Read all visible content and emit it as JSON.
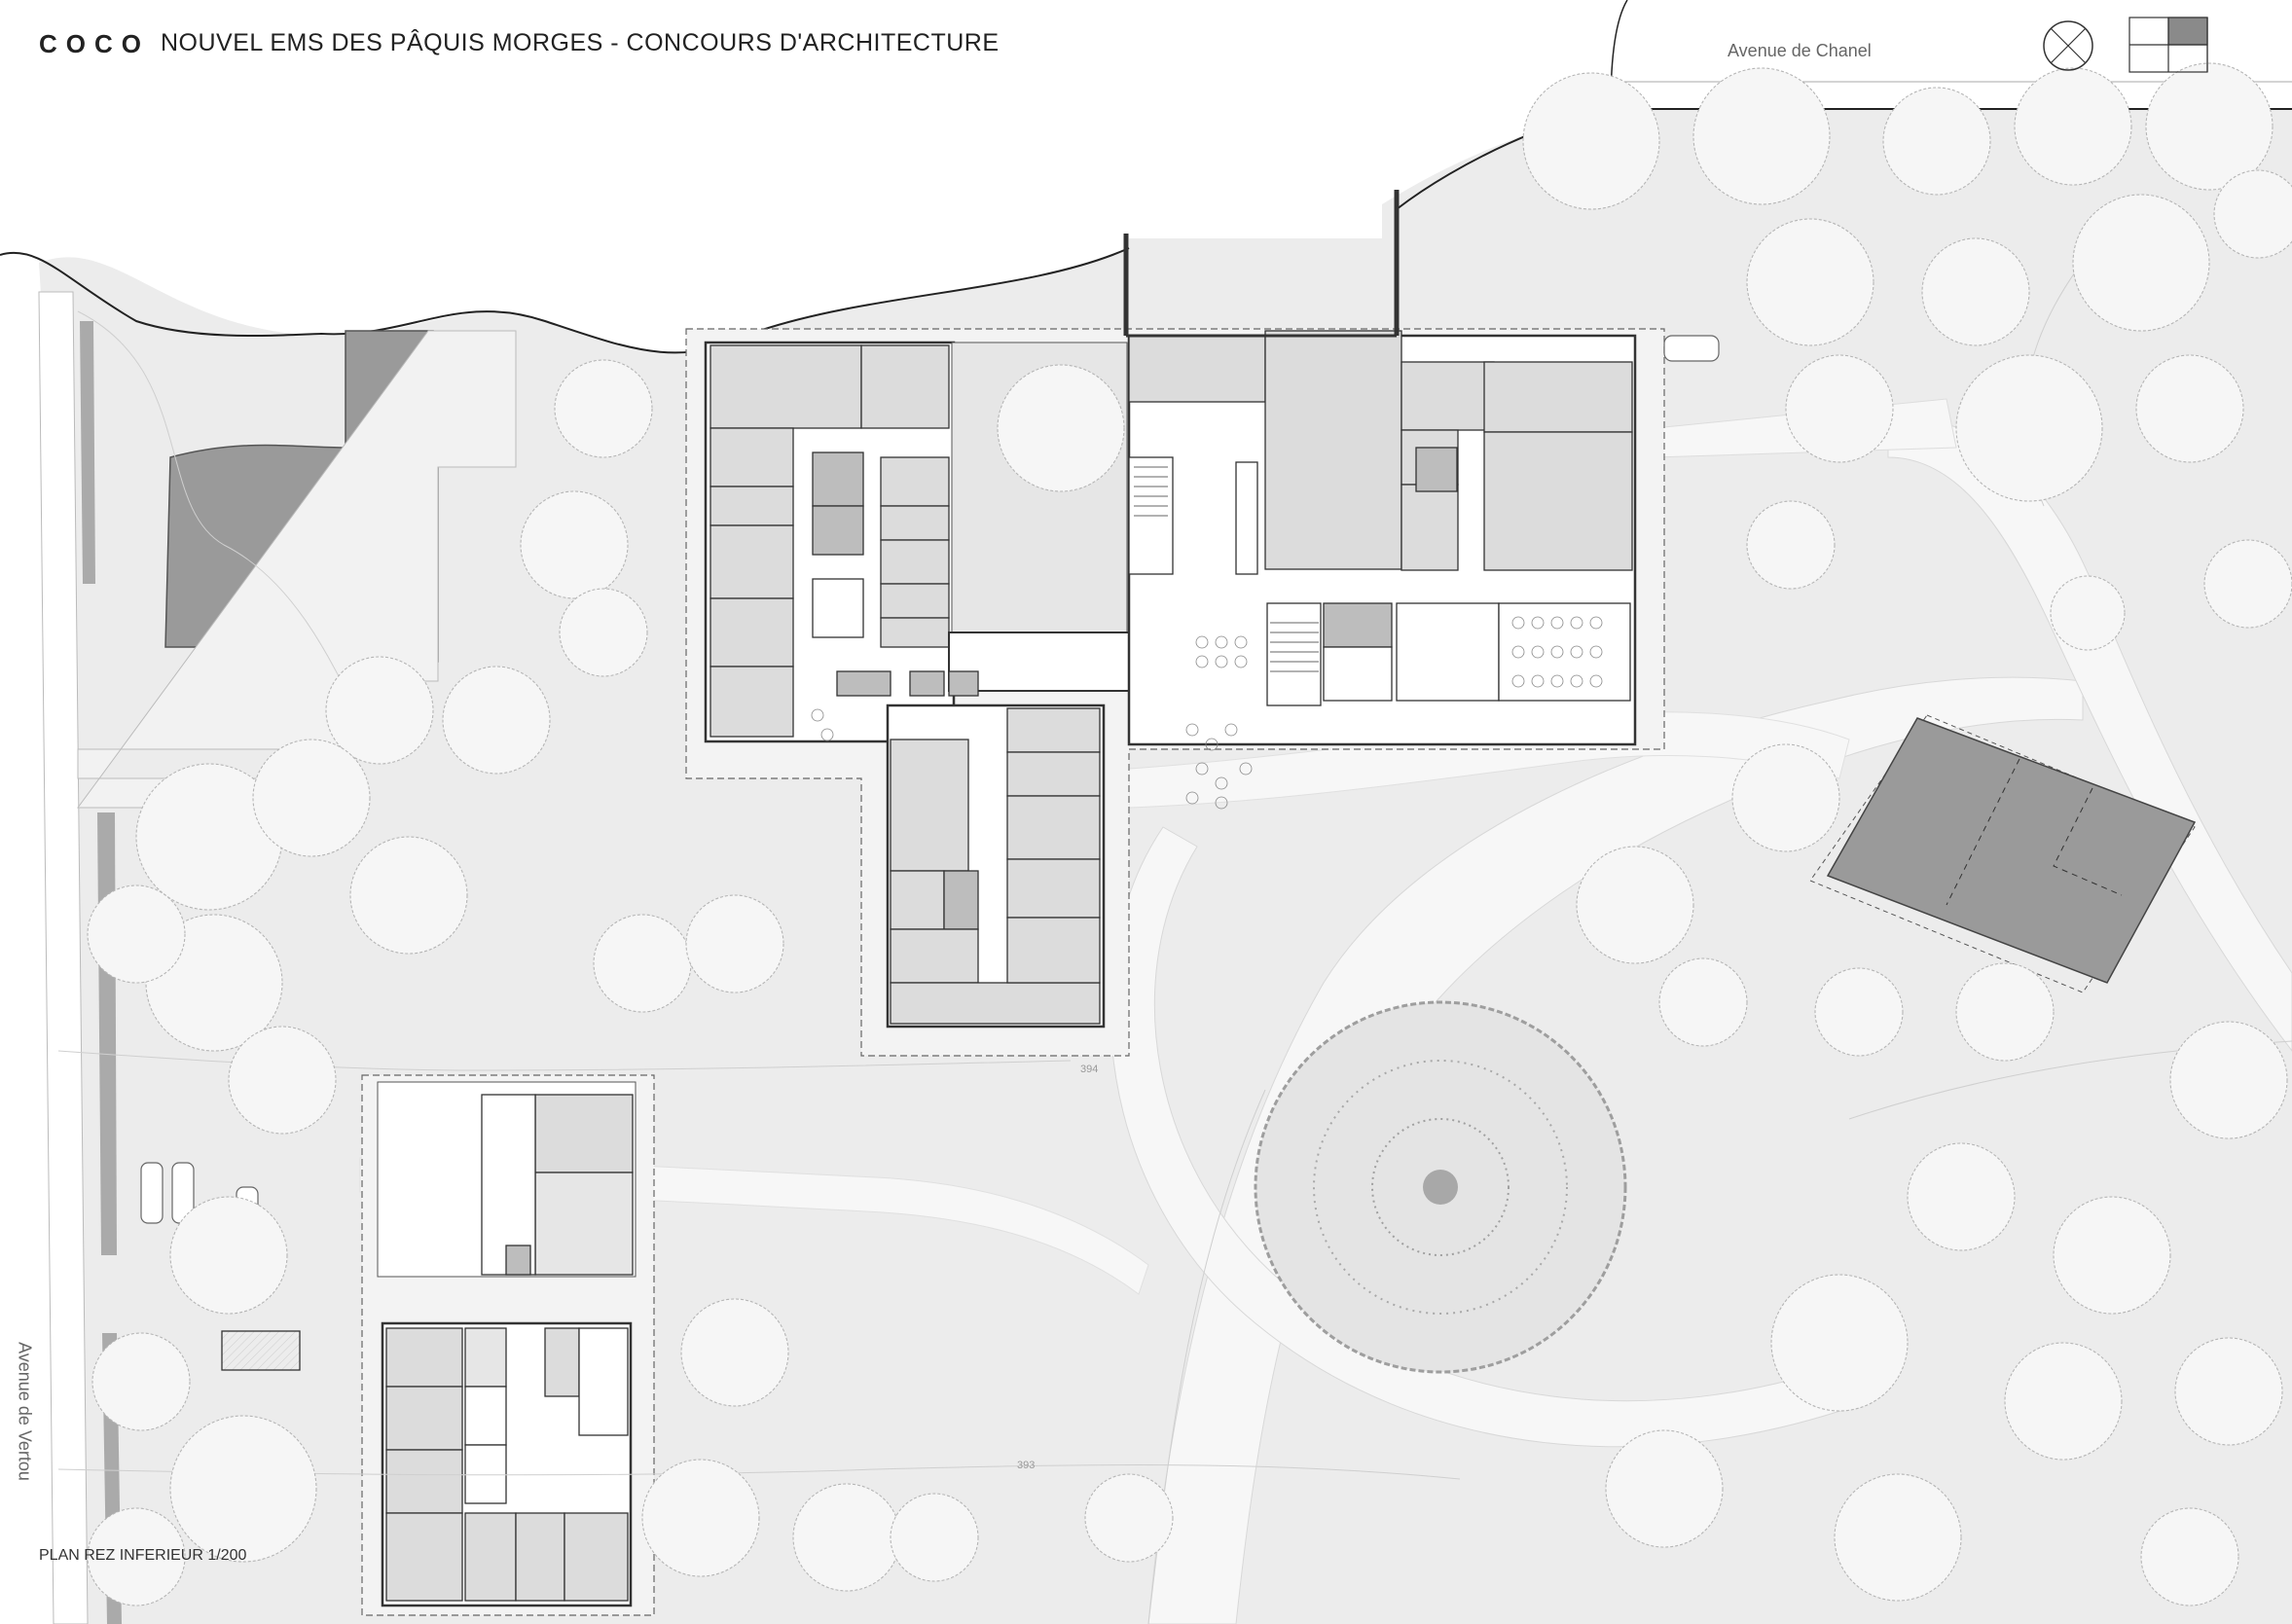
{
  "header": {
    "brand": "COCO",
    "project_title": "NOUVEL EMS DES PÂQUIS MORGES - CONCOURS D'ARCHITECTURE"
  },
  "streets": {
    "top": "Avenue de Chanel",
    "left": "Avenue de Vertou"
  },
  "plan_caption": "PLAN REZ INFERIEUR 1/200",
  "levels": {
    "upper": "394",
    "lower": "393"
  },
  "colors": {
    "paper": "#ffffff",
    "lawn": "#ececec",
    "path": "#f7f7f7",
    "room_fill": "#dcdcdc",
    "neighbor_building": "#9a9a9a",
    "wall": "#333333",
    "tree_stroke": "#bdbdbd"
  },
  "icons": {
    "north_arrow": "north-arrow-icon",
    "key_plan": "key-plan-icon"
  }
}
